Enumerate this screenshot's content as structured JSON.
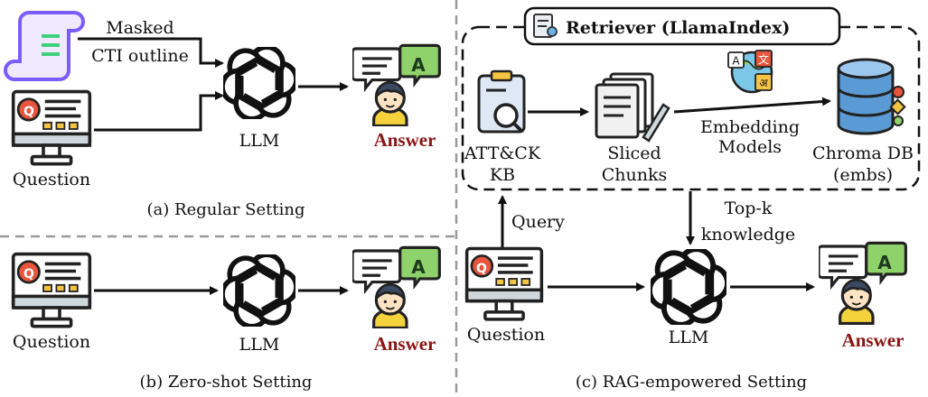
{
  "regular": {
    "masked_line1": "Masked",
    "masked_line2": "CTI outline",
    "question": "Question",
    "llm": "LLM",
    "answer": "Answer",
    "caption": "(a) Regular Setting"
  },
  "zero_shot": {
    "question": "Question",
    "llm": "LLM",
    "answer": "Answer",
    "caption": "(b) Zero-shot Setting"
  },
  "rag": {
    "retriever_title": "Retriever (LlamaIndex)",
    "kb_line1": "ATT&CK",
    "kb_line2": "KB",
    "chunks_line1": "Sliced",
    "chunks_line2": "Chunks",
    "embedding_line1": "Embedding",
    "embedding_line2": "Models",
    "db_line1": "Chroma DB",
    "db_line2": "(embs)",
    "query": "Query",
    "topk_line1": "Top-k",
    "topk_line2": "knowledge",
    "question": "Question",
    "llm": "LLM",
    "answer": "Answer",
    "caption": "(c) RAG-empowered Setting"
  },
  "icons": {
    "answer_bubble_letter": "A",
    "question_monitor_letter": "Q",
    "translate_glyph_1": "A",
    "translate_glyph_2": "文",
    "translate_glyph_3": "अ"
  },
  "colors": {
    "answer_text": "#8b1414",
    "bubble_green": "#8fd16a",
    "monitor_q": "#e8543c",
    "db_blue": "#5b9bd5",
    "scroll_purple": "#7b5cff"
  }
}
